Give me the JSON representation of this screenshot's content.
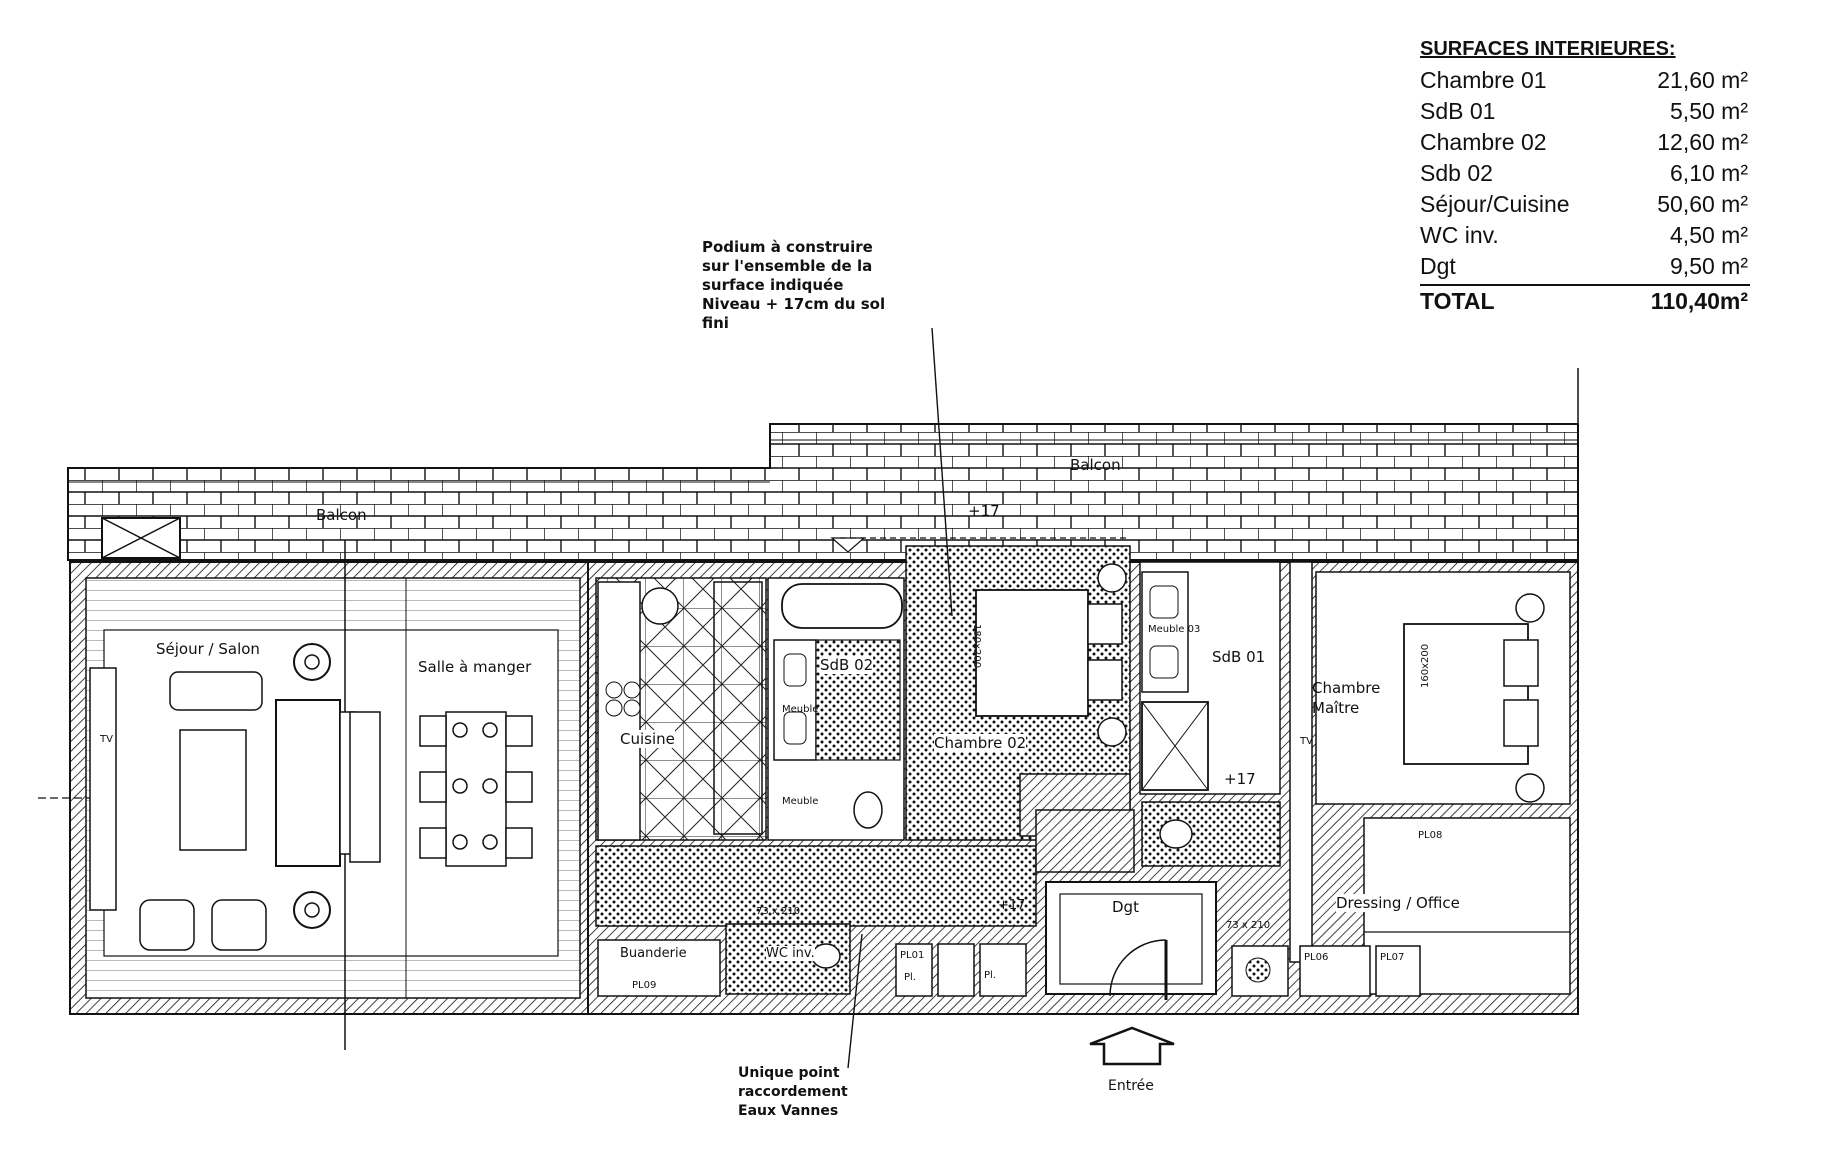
{
  "surfaces": {
    "title": "SURFACES INTERIEURES:",
    "rows": [
      {
        "name": "Chambre 01",
        "area": "21,60 m²"
      },
      {
        "name": "SdB 01",
        "area": "5,50 m²"
      },
      {
        "name": "Chambre 02",
        "area": "12,60 m²"
      },
      {
        "name": "Sdb 02",
        "area": "6,10 m²"
      },
      {
        "name": "Séjour/Cuisine",
        "area": "50,60 m²"
      },
      {
        "name": "WC inv.",
        "area": "4,50 m²"
      },
      {
        "name": "Dgt",
        "area": "9,50 m²"
      }
    ],
    "total": {
      "name": "TOTAL",
      "area": "110,40m²"
    }
  },
  "notes": {
    "podium": "Podium à construire sur l'ensemble de la surface indiquée Niveau + 17cm du sol fini",
    "raccordement": "Unique point raccordement Eaux Vannes"
  },
  "labels": {
    "balcon_left": "Balcon",
    "balcon_right": "Balcon",
    "sejour": "Séjour / Salon",
    "salle": "Salle à manger",
    "cuisine": "Cuisine",
    "sdb02": "SdB 02",
    "chambre02": "Chambre 02",
    "sdb01": "SdB 01",
    "chambre_maitre": "Chambre Maître",
    "dressing": "Dressing / Office",
    "dgt": "Dgt",
    "buanderie": "Buanderie",
    "wc_inv": "WC inv.",
    "entree": "Entrée",
    "level_top": "+17",
    "level_sdb": "+17",
    "level_corr": "+17",
    "pl09": "PL09",
    "pl01": "PL01",
    "pl_a": "Pl.",
    "pl_b": "Pl.",
    "pl06": "PL06",
    "pl07": "PL07",
    "pl08": "PL08",
    "bed1": "180x200",
    "bed2": "160x200",
    "door_dim1": "73 x 210",
    "door_dim2": "73 x 210",
    "tv1": "TV",
    "tv2": "TV",
    "meuble1": "Meuble",
    "meuble2": "Meuble",
    "meuble3": "Meuble 03"
  },
  "colors": {
    "ink": "#111111",
    "paper": "#ffffff"
  }
}
